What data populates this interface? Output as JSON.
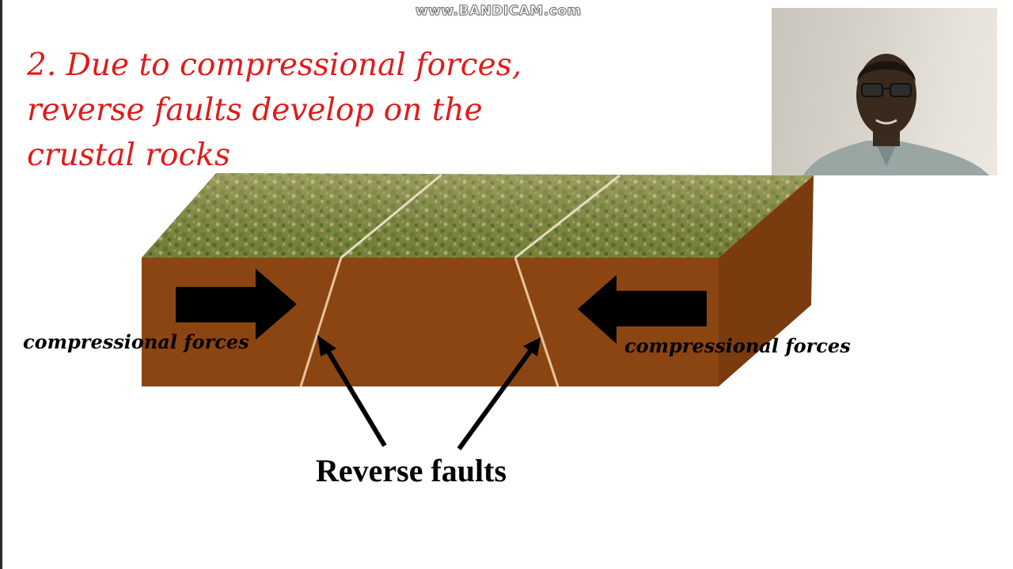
{
  "watermark": "www.BANDICAM.com",
  "slide": {
    "title": "2. Due to compressional forces, reverse faults develop on the crustal rocks",
    "left_force_label": "compressional forces",
    "right_force_label": "compressional forces",
    "fault_caption": "Reverse faults"
  },
  "colors": {
    "title": "#e01b1b",
    "block_front": "#8b4513",
    "block_side": "#7a3c0f",
    "fault_line": "#e8c39e",
    "arrow": "#000000"
  },
  "icons": {
    "left_arrow": "arrow-right-icon",
    "right_arrow": "arrow-left-icon",
    "pointer_arrows": "arrow-up-icon"
  }
}
